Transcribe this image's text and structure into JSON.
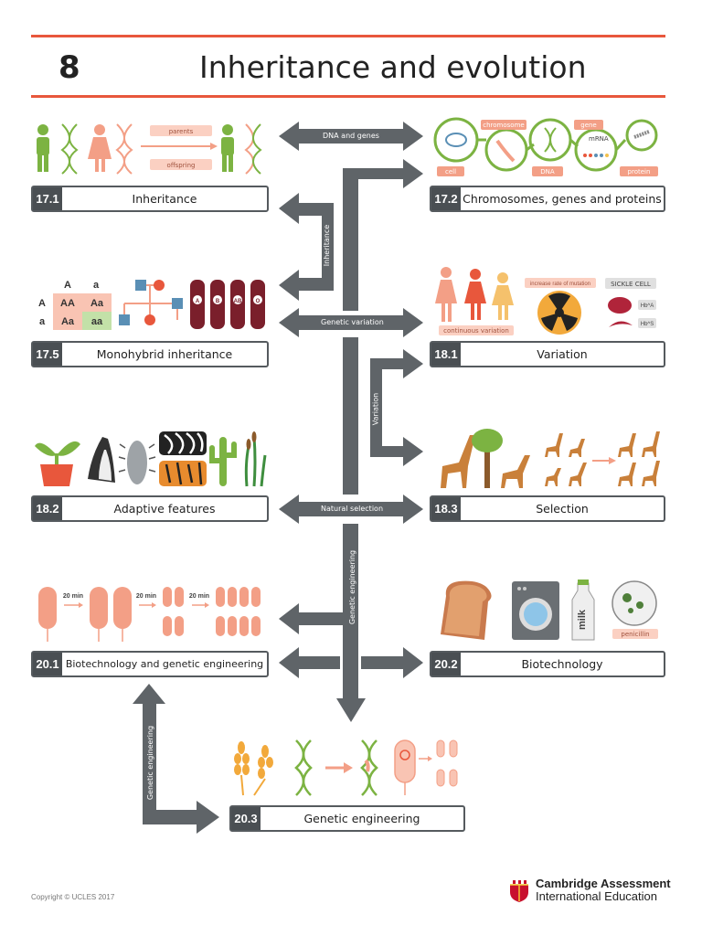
{
  "header": {
    "number": "8",
    "title": "Inheritance and evolution"
  },
  "colors": {
    "accent": "#e8573c",
    "arrow": "#5f6468",
    "salmon": "#f39f86",
    "green": "#7cb342",
    "dark": "#4a4f53"
  },
  "topics": {
    "t17_1": {
      "num": "17.1",
      "label": "Inheritance"
    },
    "t17_2": {
      "num": "17.2",
      "label": "Chromosomes, genes and proteins"
    },
    "t17_5": {
      "num": "17.5",
      "label": "Monohybrid inheritance"
    },
    "t18_1": {
      "num": "18.1",
      "label": "Variation"
    },
    "t18_2": {
      "num": "18.2",
      "label": "Adaptive features"
    },
    "t18_3": {
      "num": "18.3",
      "label": "Selection"
    },
    "t20_1": {
      "num": "20.1",
      "label": "Biotechnology and genetic engineering"
    },
    "t20_2": {
      "num": "20.2",
      "label": "Biotechnology"
    },
    "t20_3": {
      "num": "20.3",
      "label": "Genetic engineering"
    }
  },
  "links": {
    "dna_genes": "DNA and genes",
    "inheritance": "Inheritance",
    "genetic_variation": "Genetic variation",
    "variation": "Variation",
    "natural_selection": "Natural selection",
    "genetic_engineering_main": "Genetic engineering",
    "genetic_engineering_side": "Genetic engineering"
  },
  "illustrations": {
    "inheritance": {
      "parents": "parents",
      "offspring": "offspring"
    },
    "chromosomes": {
      "chromosome": "chromosome",
      "gene": "gene",
      "mrna": "mRNA",
      "cell": "cell",
      "dna": "DNA",
      "protein": "protein"
    },
    "monohybrid": {
      "col_a_upper": "A",
      "col_a_lower": "a",
      "row_a_upper": "A",
      "row_a_lower": "a",
      "aa_upper": "AA",
      "aa_mixed_1": "Aa",
      "aa_mixed_2": "Aa",
      "aa_lower": "aa",
      "tube_labels": [
        "A",
        "B",
        "AB",
        "O"
      ]
    },
    "variation": {
      "continuous": "continuous variation",
      "mutation": "increase rate of mutation",
      "sickle": "SICKLE CELL",
      "hba": "Hb^A",
      "hbs": "Hb^S"
    },
    "biotech_time": [
      "20 min",
      "20 min",
      "20 min"
    ],
    "biotech2": {
      "milk": "milk",
      "penicillin": "penicillin"
    }
  },
  "footer": {
    "copyright": "Copyright © UCLES 2017",
    "org_line1": "Cambridge Assessment",
    "org_line2": "International Education"
  }
}
